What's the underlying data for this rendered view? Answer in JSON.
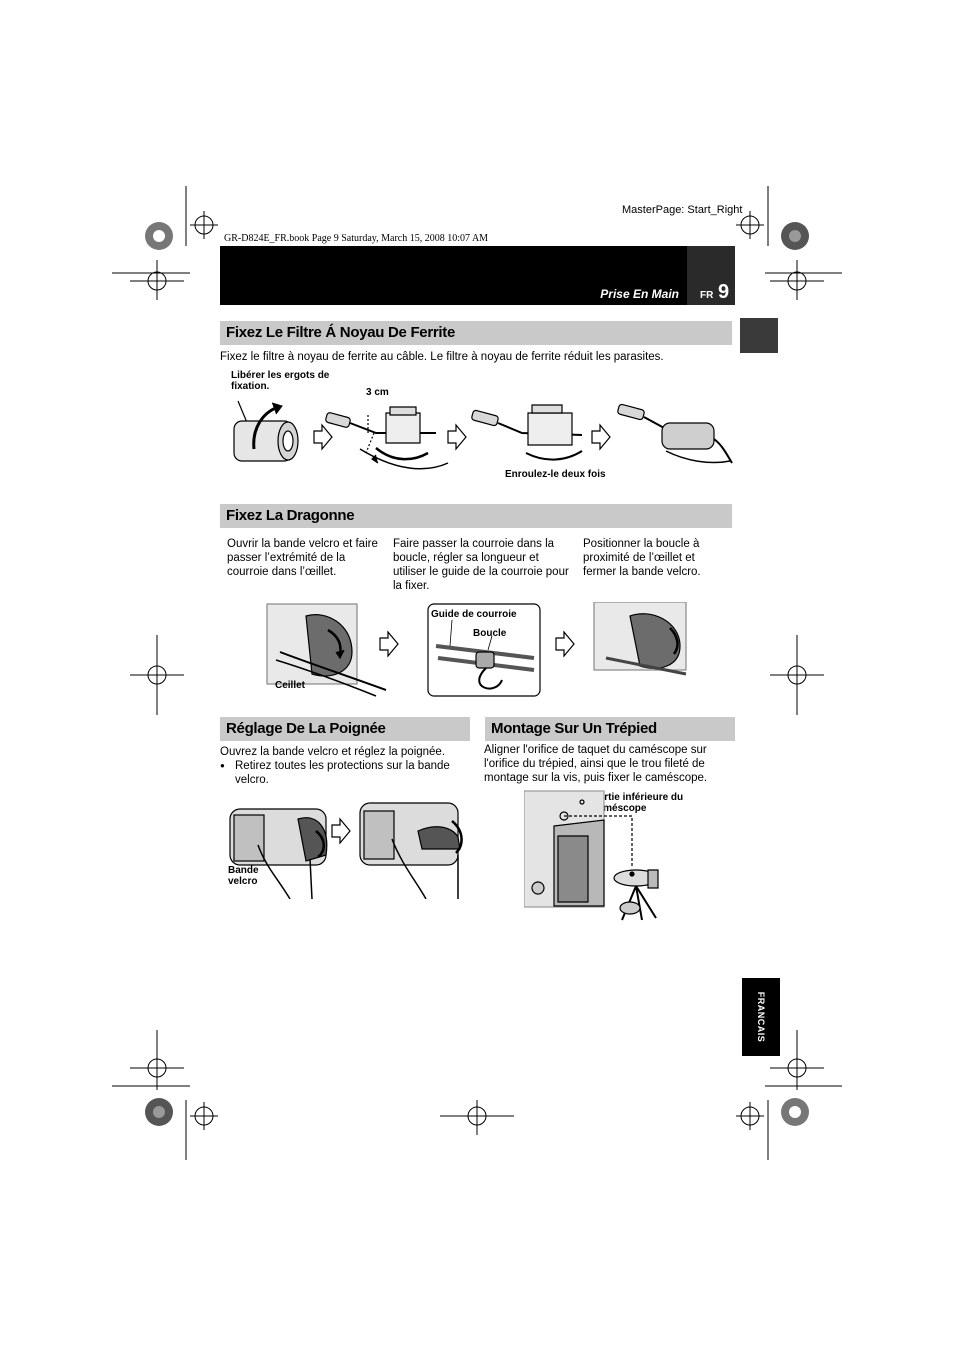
{
  "meta": {
    "masterpage": "MasterPage: Start_Right",
    "bookline": "GR-D824E_FR.book  Page 9  Saturday, March 15, 2008  10:07 AM"
  },
  "header": {
    "title": "Prise En Main",
    "lang_code": "FR",
    "page_number": "9"
  },
  "side_tab": {
    "language": "FRANCAIS"
  },
  "sections": {
    "ferrite": {
      "title": "Fixez Le Filtre Á Noyau De Ferrite",
      "text": "Fixez le filtre à noyau de ferrite au câble. Le filtre à noyau de ferrite réduit les parasites.",
      "label_release": "Libérer les ergots de fixation.",
      "label_length": "3 cm",
      "label_wind": "Enroulez-le deux fois"
    },
    "dragonne": {
      "title": "Fixez La Dragonne",
      "step1": "Ouvrir la bande velcro et faire passer l’extrémité de la courroie dans l’œillet.",
      "step2": "Faire passer la courroie dans la boucle, régler sa longueur et utiliser le guide de la courroie pour la fixer.",
      "step3": "Positionner la boucle à proximité de l’œillet et fermer la bande velcro.",
      "label_guide": "Guide de courroie",
      "label_buckle": "Boucle",
      "label_eyelet": "Ceillet"
    },
    "poignee": {
      "title": "Réglage De La Poignée",
      "text": "Ouvrez la bande velcro et réglez la poignée.",
      "bullet": "Retirez toutes les protections sur la bande velcro.",
      "label_band": "Bande velcro"
    },
    "trepied": {
      "title": "Montage Sur Un Trépied",
      "text": "Aligner l'orifice de taquet du caméscope sur l'orifice du trépied, ainsi que le trou fileté de montage sur la vis, puis fixer le caméscope.",
      "label_bottom": "Partie inférieure du caméscope"
    }
  }
}
